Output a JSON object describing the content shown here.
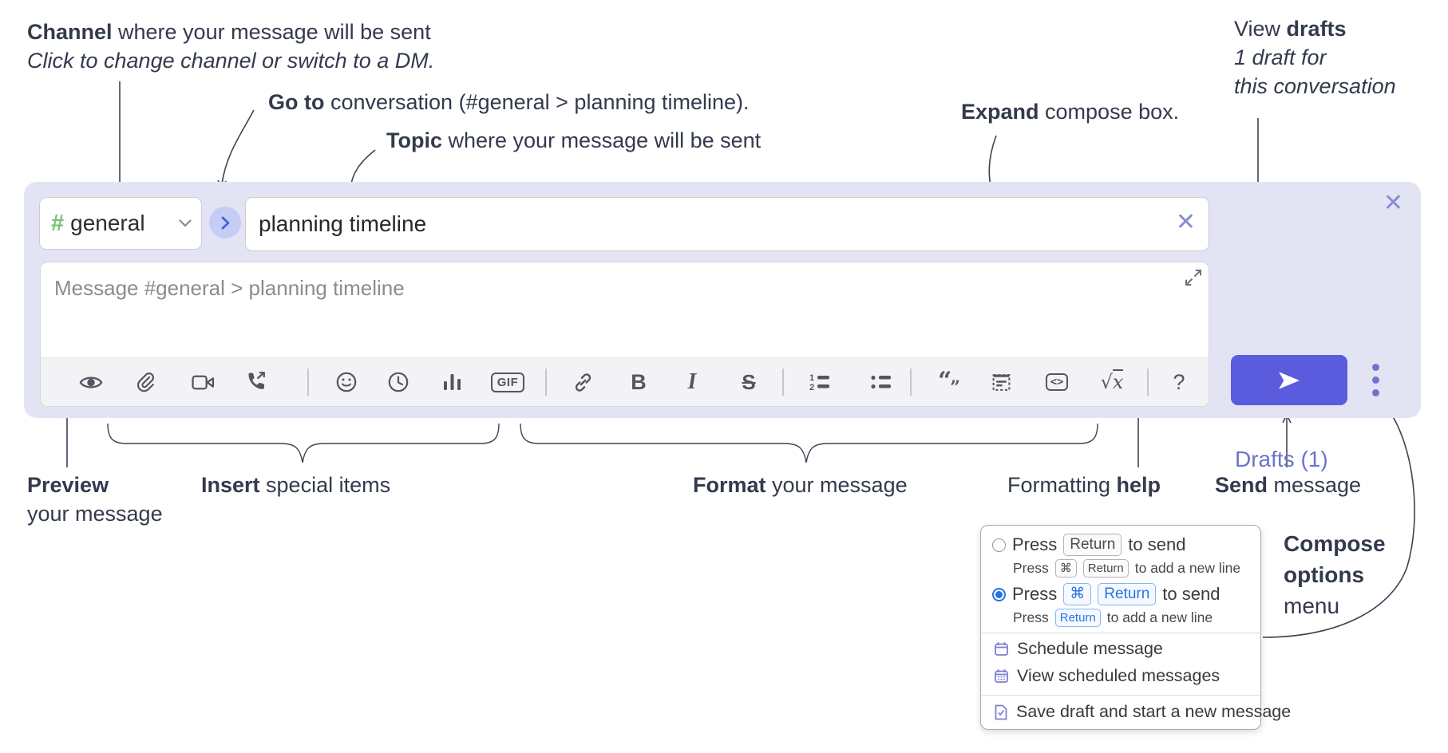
{
  "annotations": {
    "channel_line1_bold": "Channel",
    "channel_line1_rest": " where your message will be sent",
    "channel_line2": "Click to change channel or switch to a DM.",
    "goto_bold": "Go to",
    "goto_rest": " conversation (#general > planning timeline).",
    "topic_bold": "Topic",
    "topic_rest": " where your message will be sent",
    "expand_bold": "Expand",
    "expand_rest": " compose box.",
    "drafts_line1_pre": "View ",
    "drafts_line1_bold": "drafts",
    "drafts_line2": "1 draft for",
    "drafts_line3": "this conversation",
    "preview_bold": "Preview",
    "preview_line2": "your message",
    "insert_bold": "Insert",
    "insert_rest": " special items",
    "format_bold": "Format",
    "format_rest": " your message",
    "help_pre": "Formatting ",
    "help_bold": "help",
    "send_bold": "Send",
    "send_rest": " message",
    "compose_opts_line1": "Compose",
    "compose_opts_line2": "options",
    "compose_opts_line3": "menu"
  },
  "compose": {
    "channel_hash": "#",
    "channel_name": "general",
    "topic_value": "planning timeline",
    "message_placeholder": "Message #general > planning timeline",
    "drafts_link": "Drafts (1)",
    "close_glyph": "✕",
    "toolbar_glyphs": {
      "gif": "GIF",
      "bold": "B",
      "italic": "I",
      "strike": "S",
      "quote_open": "“",
      "quote_close": "”",
      "code": "<>",
      "math_root": "√",
      "math_x": "x",
      "help": "?"
    },
    "toolbar_buttons": [
      "preview",
      "attach-file",
      "start-video-call",
      "start-audio-call",
      "add-emoji",
      "add-global-time",
      "add-poll",
      "add-gif",
      "insert-link",
      "bold",
      "italic",
      "strikethrough",
      "numbered-list",
      "bulleted-list",
      "quote",
      "spoiler",
      "code",
      "math",
      "message-formatting-help"
    ],
    "colors": {
      "container": "#e3e4f3",
      "send_button": "#5b5cdd",
      "drafts_link": "#6b74c9",
      "channel_hash_green": "#76c176",
      "icon_gray": "#54565f",
      "accent_purple": "#7a7fd2",
      "selected_blue": "#2476dd"
    }
  },
  "popup": {
    "opt1": {
      "pre": "Press",
      "key1": "Return",
      "post": "to send",
      "sub_pre": "Press",
      "sub_key1": "⌘",
      "sub_key2": "Return",
      "sub_post": "to add a new line"
    },
    "opt2": {
      "pre": "Press",
      "key1": "⌘",
      "key2": "Return",
      "post": "to send",
      "sub_pre": "Press",
      "sub_key1": "Return",
      "sub_post": "to add a new line"
    },
    "menu": [
      "Schedule message",
      "View scheduled messages",
      "Save draft and start a new message"
    ]
  }
}
